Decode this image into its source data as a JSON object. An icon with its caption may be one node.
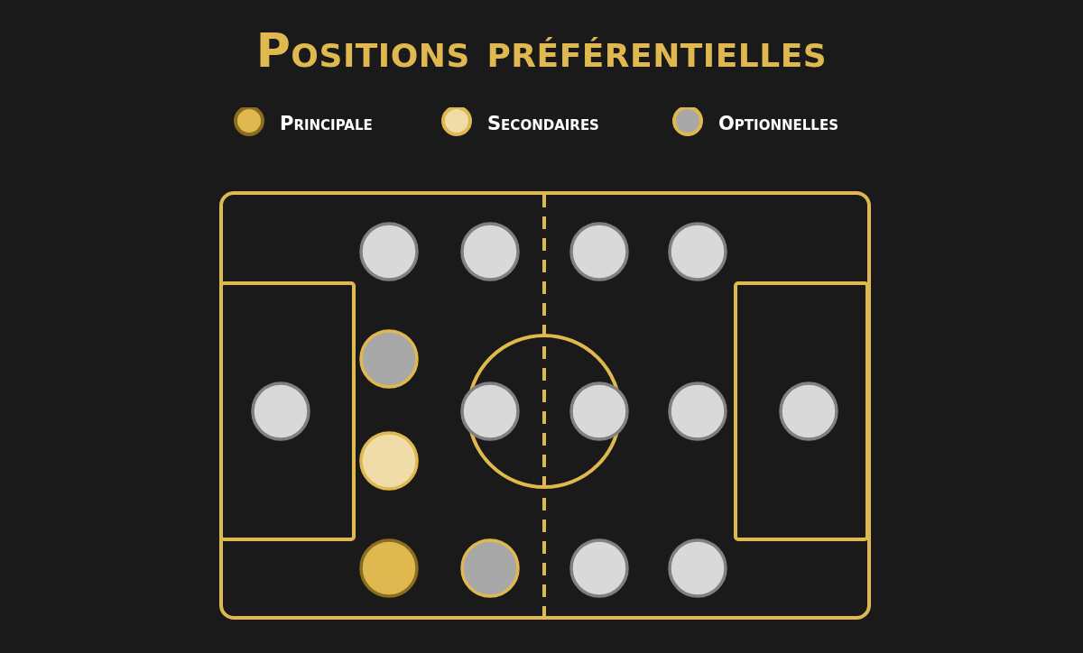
{
  "diagram": {
    "title": "Positions préférentielles",
    "nodes": [
      {
        "text": [],
        "shape": "circle"
      },
      {
        "text": [],
        "shape": "circle"
      },
      {
        "text": [],
        "shape": "circle"
      },
      {
        "text": [],
        "shape": "circle"
      },
      {
        "text": [],
        "shape": "circle"
      },
      {
        "text": [],
        "shape": "circle"
      },
      {
        "text": [],
        "shape": "circle"
      },
      {
        "text": [],
        "shape": "circle"
      },
      {
        "text": [],
        "shape": "circle"
      },
      {
        "text": [],
        "shape": "circle"
      },
      {
        "text": [],
        "shape": "circle"
      },
      {
        "text": [],
        "shape": "circle"
      },
      {
        "text": [],
        "shape": "circle"
      },
      {
        "text": [],
        "shape": "circle"
      },
      {
        "text": [],
        "shape": "circle"
      }
    ],
    "legend": [
      {
        "text": "Principale",
        "color": "#e0b850"
      },
      {
        "text": "Secondaires",
        "color": "#f0dca8"
      },
      {
        "text": "Optionnelles",
        "color": "#a8a8a8"
      }
    ]
  }
}
